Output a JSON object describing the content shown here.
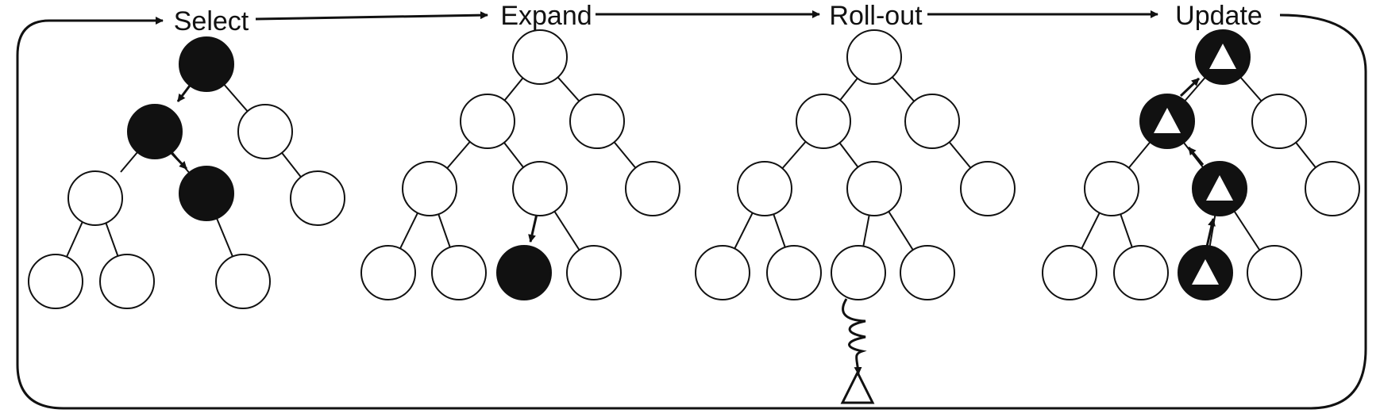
{
  "stages": [
    {
      "label": "Select"
    },
    {
      "label": "Expand"
    },
    {
      "label": "Roll-out"
    },
    {
      "label": "Update"
    }
  ],
  "colors": {
    "stroke": "#111111",
    "filled": "#111111",
    "empty": "#ffffff",
    "marker": "#ffffff"
  }
}
